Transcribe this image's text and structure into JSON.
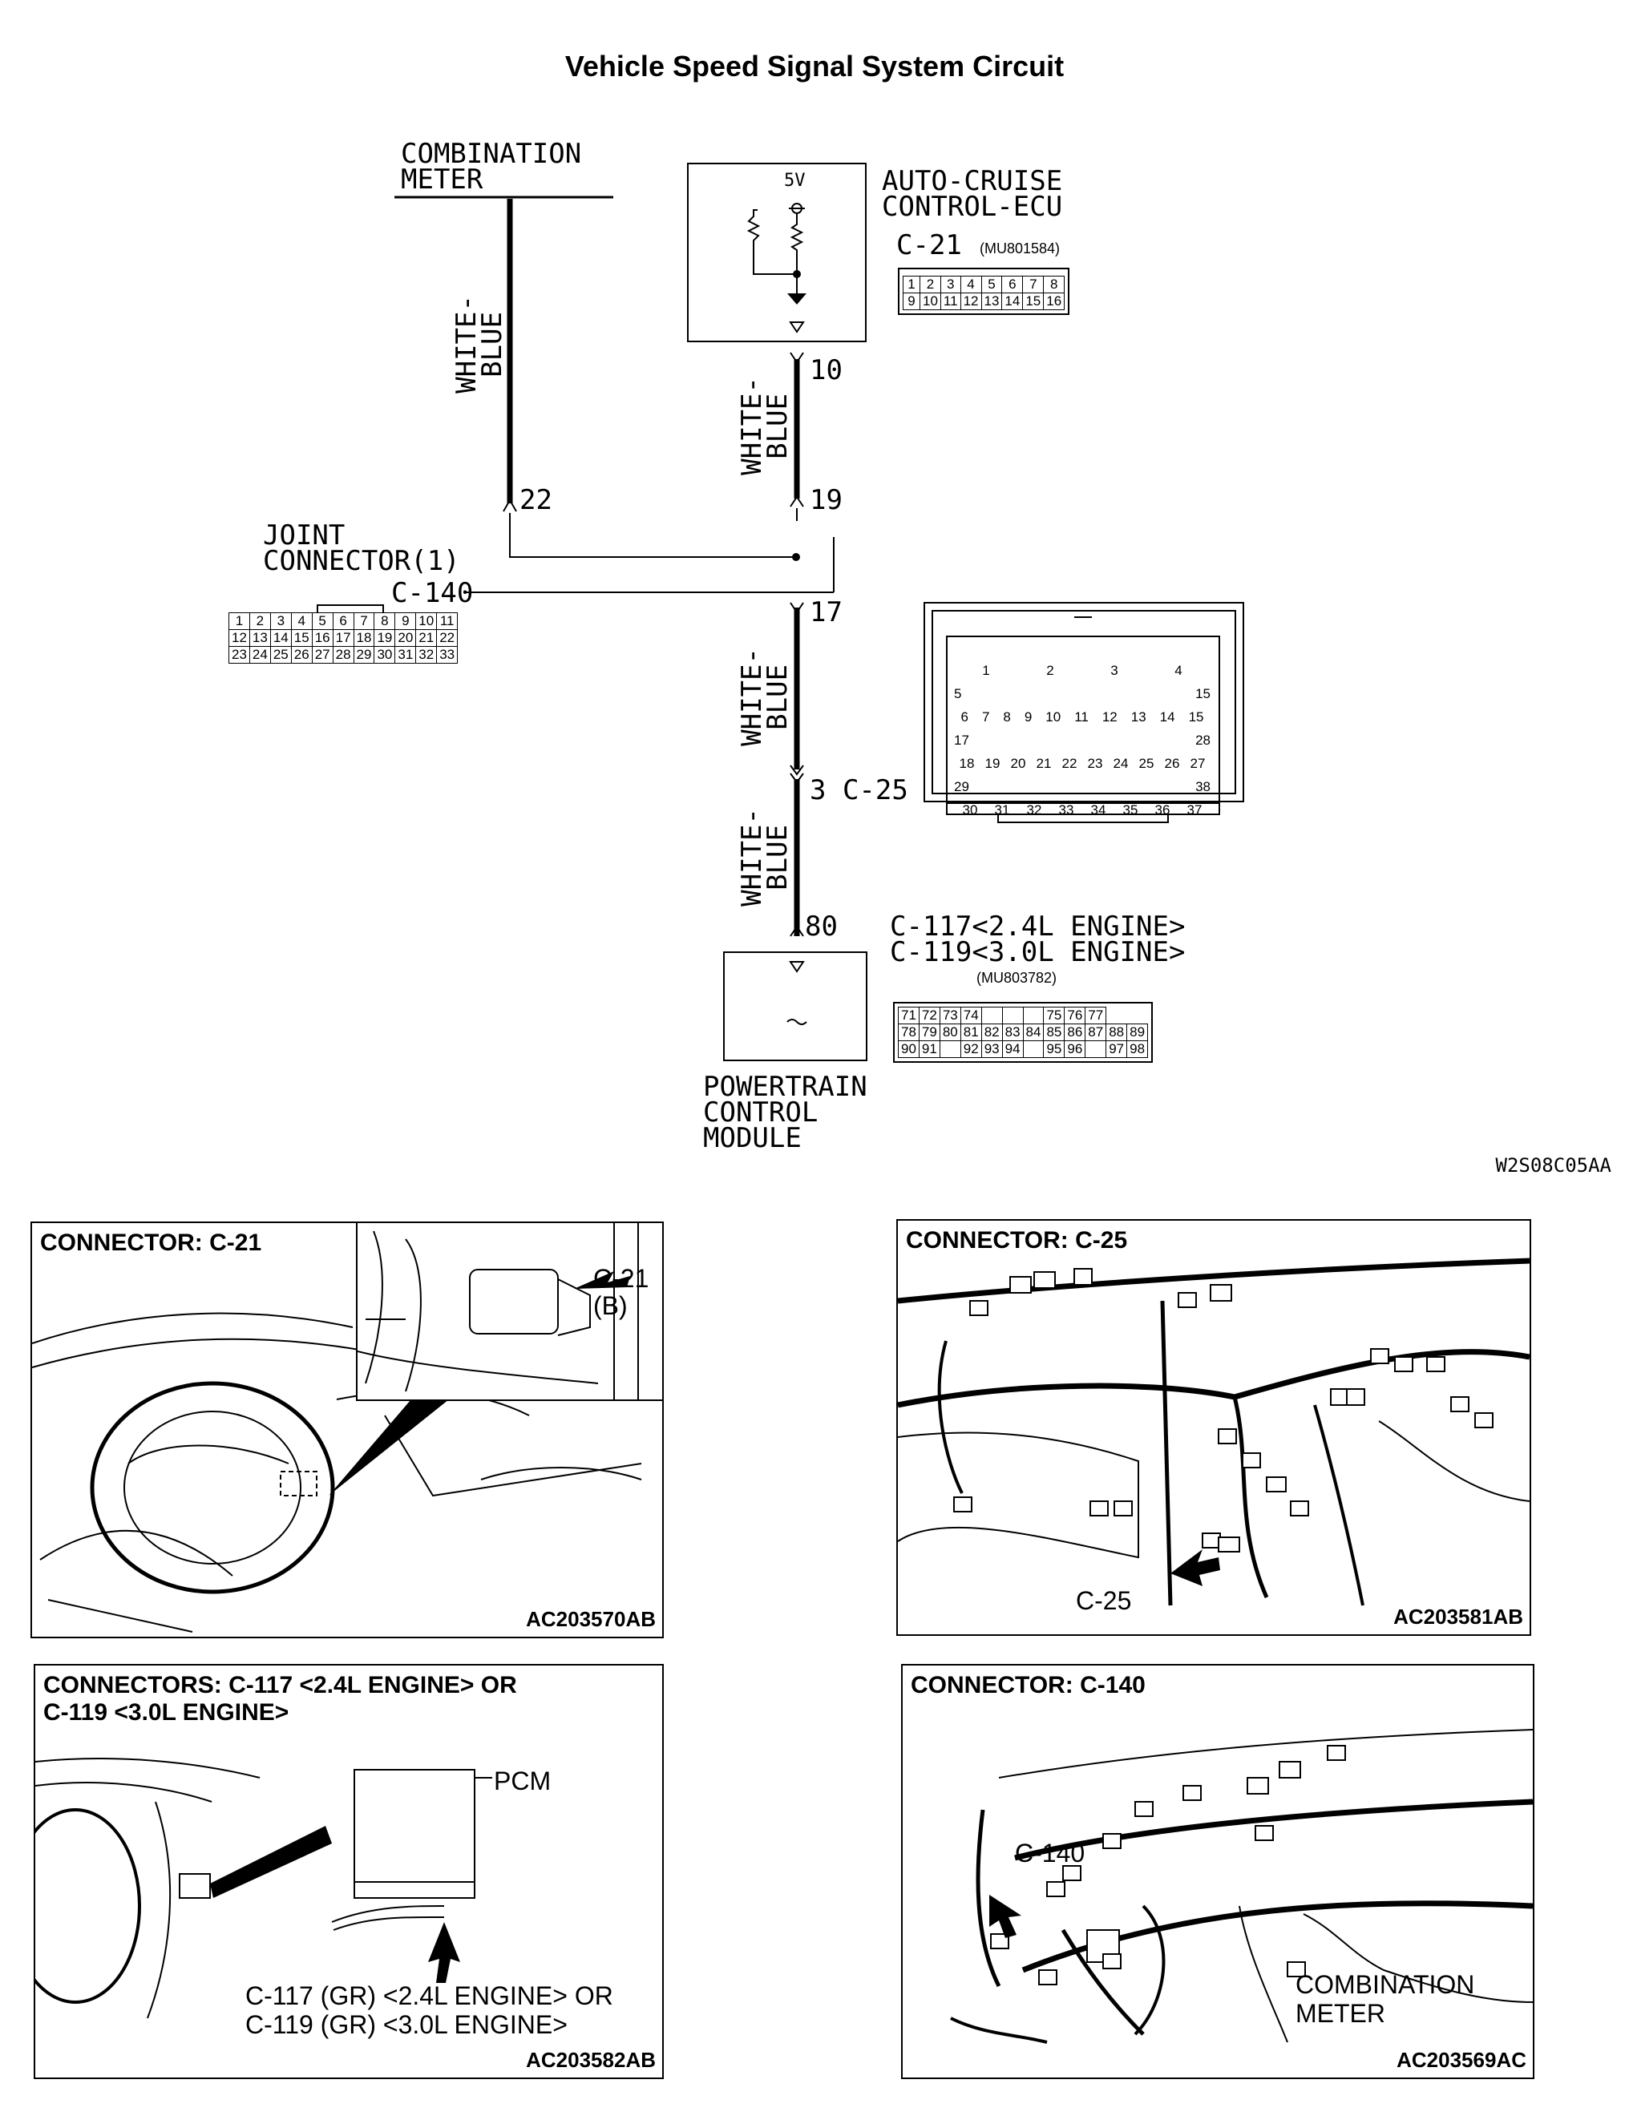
{
  "title": "Vehicle Speed Signal System Circuit",
  "schematic": {
    "combination_meter": "COMBINATION\nMETER",
    "wire_left": "WHITE-\nBLUE",
    "pin_22": "22",
    "auto_cruise": "AUTO-CRUISE\nCONTROL-ECU",
    "ecu_5v": "5V",
    "c21_label": "C-21",
    "c21_part": "(MU801584)",
    "c21_row1": [
      "1",
      "2",
      "3",
      "4",
      "5",
      "6",
      "7",
      "8"
    ],
    "c21_row2": [
      "9",
      "10",
      "11",
      "12",
      "13",
      "14",
      "15",
      "16"
    ],
    "pin_10": "10",
    "wire_top_right": "WHITE-\nBLUE",
    "pin_19": "19",
    "joint_connector": "JOINT\nCONNECTOR(1)",
    "c140_label": "C-140",
    "c140_row1": [
      "1",
      "2",
      "3",
      "4",
      "5",
      "6",
      "7",
      "8",
      "9",
      "10",
      "11"
    ],
    "c140_row2": [
      "12",
      "13",
      "14",
      "15",
      "16",
      "17",
      "18",
      "19",
      "20",
      "21",
      "22"
    ],
    "c140_row3": [
      "23",
      "24",
      "25",
      "26",
      "27",
      "28",
      "29",
      "30",
      "31",
      "32",
      "33"
    ],
    "pin_17": "17",
    "wire_mid": "WHITE-\nBLUE",
    "c25_label": "3 C-25",
    "wire_low": "WHITE-\nBLUE",
    "pin_80": "80",
    "pcm_connector": "C-117<2.4L ENGINE>\nC-119<3.0L ENGINE>",
    "pcm_part": "(MU803782)",
    "pcm_row1": [
      "71",
      "72",
      "73",
      "74",
      "",
      "",
      "",
      "75",
      "76",
      "77"
    ],
    "pcm_row2": [
      "78",
      "79",
      "80",
      "81",
      "82",
      "83",
      "84",
      "85",
      "86",
      "87",
      "88",
      "89"
    ],
    "pcm_row3": [
      "90",
      "91",
      "",
      "92",
      "93",
      "94",
      "",
      "95",
      "96",
      "",
      "97",
      "98"
    ],
    "pcm_name": "POWERTRAIN\nCONTROL\nMODULE",
    "figure_code": "W2S08C05AA",
    "c25_pins": {
      "r1": [
        "1",
        "2",
        "3",
        "4"
      ],
      "r2": [
        "5",
        "15"
      ],
      "r3": [
        "6",
        "7",
        "8",
        "9",
        "10",
        "11",
        "12",
        "13",
        "14",
        "15"
      ],
      "r4": [
        "17",
        "28"
      ],
      "r5": [
        "18",
        "19",
        "20",
        "21",
        "22",
        "23",
        "24",
        "25",
        "26",
        "27"
      ],
      "r6": [
        "29",
        "38"
      ],
      "r7": [
        "30",
        "31",
        "32",
        "33",
        "34",
        "35",
        "36",
        "37"
      ]
    }
  },
  "panels": {
    "c21": {
      "heading": "CONNECTOR: C-21",
      "callout": "C-21\n(B)",
      "code": "AC203570AB"
    },
    "c25": {
      "heading": "CONNECTOR: C-25",
      "callout": "C-25",
      "code": "AC203581AB"
    },
    "c117": {
      "heading": "CONNECTORS: C-117 <2.4L ENGINE> OR\nC-119 <3.0L ENGINE>",
      "pcm": "PCM",
      "callout": "C-117 (GR) <2.4L ENGINE> OR\nC-119 (GR) <3.0L ENGINE>",
      "code": "AC203582AB"
    },
    "c140": {
      "heading": "CONNECTOR: C-140",
      "callout": "C-140",
      "meter": "COMBINATION\nMETER",
      "code": "AC203569AC"
    }
  }
}
